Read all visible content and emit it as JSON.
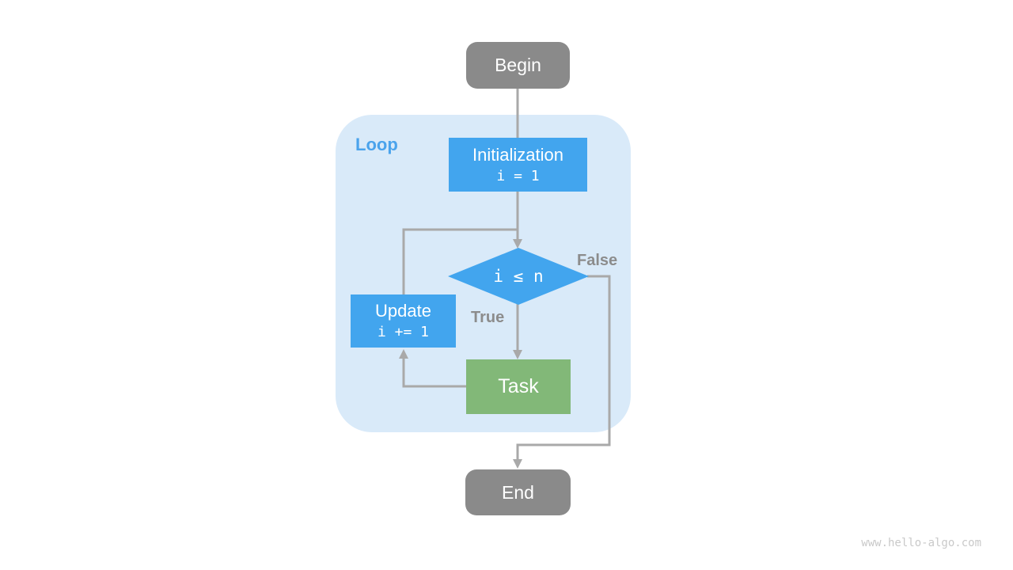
{
  "diagram": {
    "nodes": {
      "begin": {
        "label": "Begin"
      },
      "initialization": {
        "label": "Initialization",
        "code": "i = 1"
      },
      "condition": {
        "code": "i ≤ n"
      },
      "update": {
        "label": "Update",
        "code": "i += 1"
      },
      "task": {
        "label": "Task"
      },
      "end": {
        "label": "End"
      }
    },
    "group": {
      "label": "Loop"
    },
    "edge_labels": {
      "true": "True",
      "false": "False"
    },
    "watermark": "www.hello-algo.com",
    "colors": {
      "terminal_gray": "#8A8A8A",
      "process_blue": "#42A5EE",
      "task_green": "#82B878",
      "group_background": "#D9EAF9",
      "group_label_blue": "#4AA3EC",
      "arrow_gray": "#A9A9A9",
      "edge_label_gray": "#8C8C8C",
      "watermark_gray": "#C9C9C9"
    }
  }
}
